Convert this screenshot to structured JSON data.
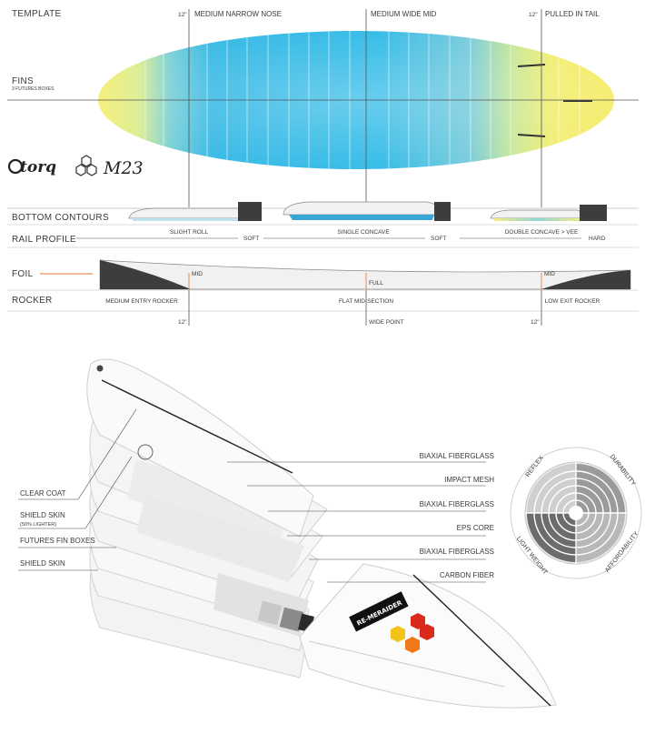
{
  "spec": {
    "template": "TEMPLATE",
    "nose_len": "12\"",
    "nose": "MEDIUM NARROW NOSE",
    "mid": "MEDIUM WIDE MID",
    "tail_len": "12\"",
    "tail": "PULLED IN TAIL",
    "fins": "FINS",
    "fins_sub": "3 FUTURES BOXES",
    "brand": "torq",
    "model": "M23",
    "bottom_contours": "BOTTOM CONTOURS",
    "contour_nose": "SLIGHT ROLL",
    "contour_mid": "SINGLE CONCAVE",
    "contour_tail": "DOUBLE CONCAVE > VEE",
    "rail_profile": "RAIL PROFILE",
    "rail_1": "SOFT",
    "rail_2": "SOFT",
    "rail_3": "HARD",
    "foil": "FOIL",
    "foil_nose": "MID",
    "foil_mid": "FULL",
    "foil_tail": "MID",
    "rocker": "ROCKER",
    "rocker_nose": "MEDIUM ENTRY ROCKER",
    "rocker_mid": "FLAT MID-SECTION",
    "rocker_tail": "LOW EXIT ROCKER",
    "bottom_nose_len": "12\"",
    "wide_point": "WIDE POINT",
    "bottom_tail_len": "12\""
  },
  "layers": {
    "right": [
      "BIAXIAL FIBERGLASS",
      "IMPACT MESH",
      "BIAXIAL FIBERGLASS",
      "EPS CORE",
      "BIAXIAL FIBERGLASS",
      "CARBON FIBER"
    ],
    "left": {
      "clear_coat": "CLEAR COAT",
      "shield_skin": "SHIELD SKIN",
      "shield_skin_note": "(50% LIGHTER)",
      "fin_boxes": "FUTURES FIN BOXES",
      "shield_skin_2": "SHIELD SKIN"
    },
    "deck_model": "RE-MERAIDER"
  },
  "rating": {
    "top_left": "REFLEX",
    "top_right": "DURABILITY",
    "bottom_right": "AFFORDABILITY",
    "bottom_left": "LIGHT WEIGHT"
  },
  "colors": {
    "yellow": "#f4ee7a",
    "cyan": "#35b9e6",
    "foil_dark": "#3d3d3d",
    "accent": "#e8742a",
    "logo_red": "#d92a1c",
    "logo_orange": "#f07a1a",
    "logo_yellow": "#f2c417"
  }
}
